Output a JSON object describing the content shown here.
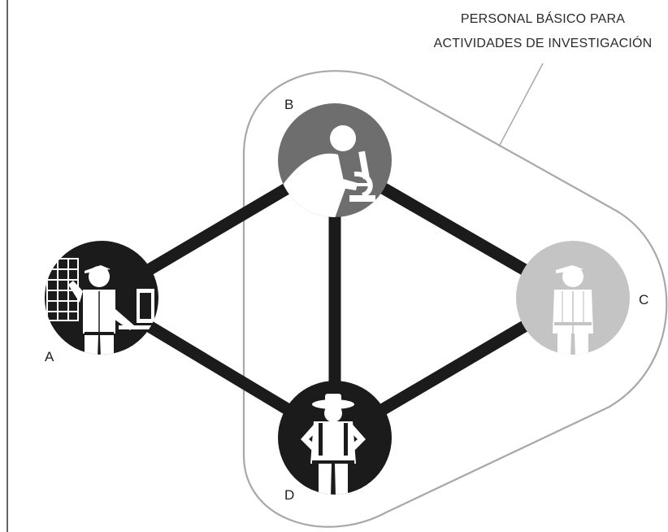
{
  "annotation": {
    "line1": "PERSONAL BÁSICO PARA",
    "line2": "ACTIVIDADES DE INVESTIGACIÓN"
  },
  "nodes": {
    "A": {
      "label": "A",
      "icon": "researcher-with-computer-icon",
      "color": "#1b1b1b"
    },
    "B": {
      "label": "B",
      "icon": "scientist-with-microscope-icon",
      "color": "#6e6e6e"
    },
    "C": {
      "label": "C",
      "icon": "person-with-cap-icon",
      "color": "#c4c4c4"
    },
    "D": {
      "label": "D",
      "icon": "field-worker-with-hat-icon",
      "color": "#1b1b1b"
    }
  },
  "edges": [
    [
      "A",
      "B"
    ],
    [
      "A",
      "D"
    ],
    [
      "B",
      "D"
    ],
    [
      "B",
      "C"
    ],
    [
      "C",
      "D"
    ]
  ],
  "colors": {
    "edge": "#1b1b1b",
    "group_outline": "#a8a8a8",
    "frame_line": "#333333"
  }
}
